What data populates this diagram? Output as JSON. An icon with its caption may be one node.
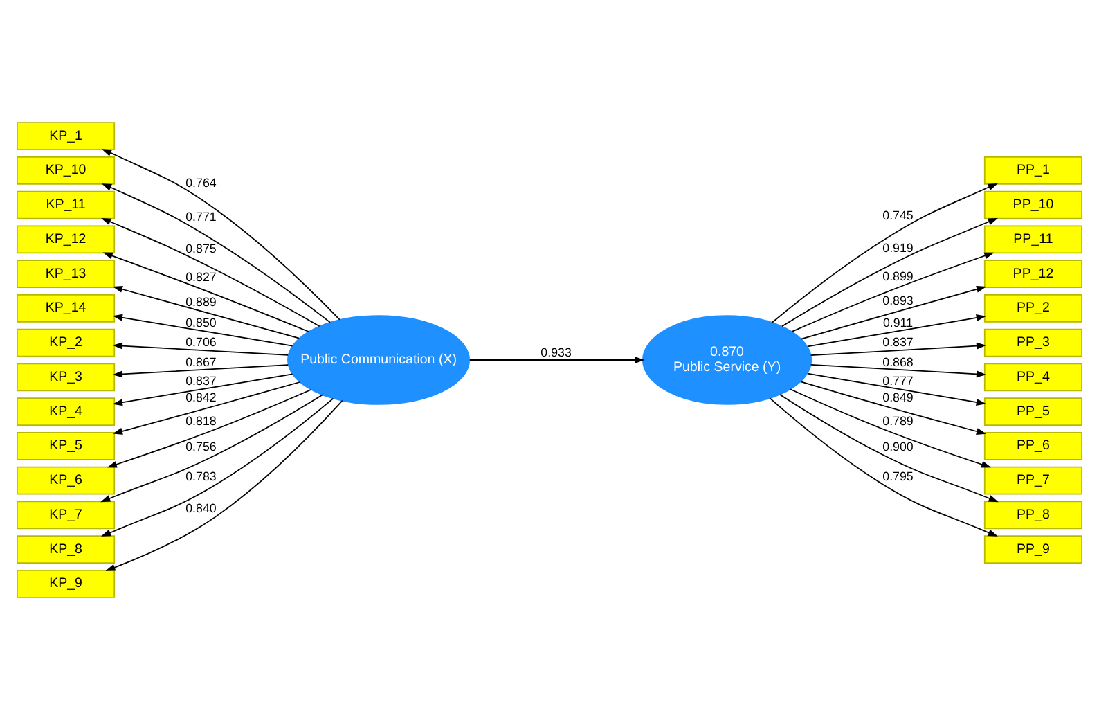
{
  "diagram": {
    "nodes": [
      {
        "text": [
          "Public Communication (X)"
        ]
      },
      {
        "text": [
          "0.870",
          "Public Service (Y)"
        ]
      },
      {
        "text": [
          "KP_1"
        ]
      },
      {
        "text": [
          "KP_10"
        ]
      },
      {
        "text": [
          "KP_11"
        ]
      },
      {
        "text": [
          "KP_12"
        ]
      },
      {
        "text": [
          "KP_13"
        ]
      },
      {
        "text": [
          "KP_14"
        ]
      },
      {
        "text": [
          "KP_2"
        ]
      },
      {
        "text": [
          "KP_3"
        ]
      },
      {
        "text": [
          "KP_4"
        ]
      },
      {
        "text": [
          "KP_5"
        ]
      },
      {
        "text": [
          "KP_6"
        ]
      },
      {
        "text": [
          "KP_7"
        ]
      },
      {
        "text": [
          "KP_8"
        ]
      },
      {
        "text": [
          "KP_9"
        ]
      },
      {
        "text": [
          "PP_1"
        ]
      },
      {
        "text": [
          "PP_10"
        ]
      },
      {
        "text": [
          "PP_11"
        ]
      },
      {
        "text": [
          "PP_12"
        ]
      },
      {
        "text": [
          "PP_2"
        ]
      },
      {
        "text": [
          "PP_3"
        ]
      },
      {
        "text": [
          "PP_4"
        ]
      },
      {
        "text": [
          "PP_5"
        ]
      },
      {
        "text": [
          "PP_6"
        ]
      },
      {
        "text": [
          "PP_7"
        ]
      },
      {
        "text": [
          "PP_8"
        ]
      },
      {
        "text": [
          "PP_9"
        ]
      }
    ],
    "edges": [
      {
        "from": 0,
        "to": 1,
        "arrow": "to",
        "label": "0.933"
      },
      {
        "from": 0,
        "to": 2,
        "arrow": "to",
        "label": "0.764"
      },
      {
        "from": 0,
        "to": 3,
        "arrow": "to",
        "label": "0.771"
      },
      {
        "from": 0,
        "to": 4,
        "arrow": "to",
        "label": "0.875"
      },
      {
        "from": 0,
        "to": 5,
        "arrow": "to",
        "label": "0.827"
      },
      {
        "from": 0,
        "to": 6,
        "arrow": "to",
        "label": "0.889"
      },
      {
        "from": 0,
        "to": 7,
        "arrow": "to",
        "label": "0.850"
      },
      {
        "from": 0,
        "to": 8,
        "arrow": "to",
        "label": "0.706"
      },
      {
        "from": 0,
        "to": 9,
        "arrow": "to",
        "label": "0.867"
      },
      {
        "from": 0,
        "to": 10,
        "arrow": "to",
        "label": "0.837"
      },
      {
        "from": 0,
        "to": 11,
        "arrow": "to",
        "label": "0.842"
      },
      {
        "from": 0,
        "to": 12,
        "arrow": "to",
        "label": "0.818"
      },
      {
        "from": 0,
        "to": 13,
        "arrow": "to",
        "label": "0.756"
      },
      {
        "from": 0,
        "to": 14,
        "arrow": "to",
        "label": "0.783"
      },
      {
        "from": 0,
        "to": 15,
        "arrow": "to",
        "label": "0.840"
      },
      {
        "from": 1,
        "to": 16,
        "arrow": "to",
        "label": "0.745"
      },
      {
        "from": 1,
        "to": 17,
        "arrow": "to",
        "label": "0.919"
      },
      {
        "from": 1,
        "to": 18,
        "arrow": "to",
        "label": "0.899"
      },
      {
        "from": 1,
        "to": 19,
        "arrow": "to",
        "label": "0.893"
      },
      {
        "from": 1,
        "to": 20,
        "arrow": "to",
        "label": "0.911"
      },
      {
        "from": 1,
        "to": 21,
        "arrow": "to",
        "label": "0.837"
      },
      {
        "from": 1,
        "to": 22,
        "arrow": "to",
        "label": "0.868"
      },
      {
        "from": 1,
        "to": 23,
        "arrow": "to",
        "label": "0.777"
      },
      {
        "from": 1,
        "to": 24,
        "arrow": "to",
        "label": "0.849"
      },
      {
        "from": 1,
        "to": 25,
        "arrow": "to",
        "label": "0.789"
      },
      {
        "from": 1,
        "to": 26,
        "arrow": "to",
        "label": "0.900"
      },
      {
        "from": 1,
        "to": 27,
        "arrow": "to",
        "label": "0.795"
      }
    ]
  }
}
